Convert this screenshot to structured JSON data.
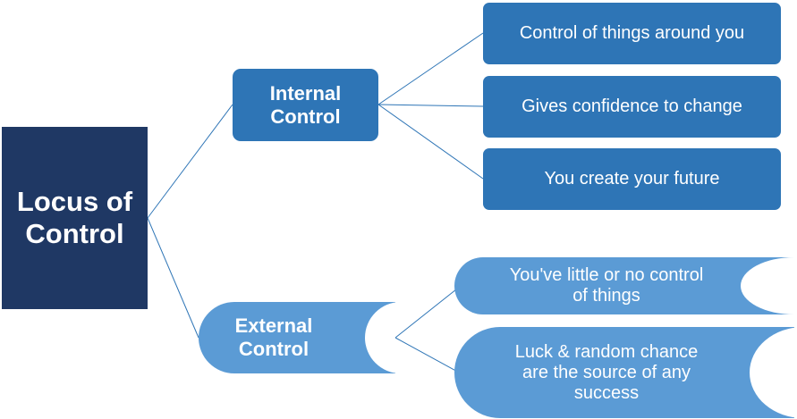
{
  "root": {
    "line1": "Locus of",
    "line2": "Control"
  },
  "internal": {
    "line1": "Internal",
    "line2": "Control",
    "items": [
      "Control of things around you",
      "Gives confidence to change",
      "You create your future"
    ]
  },
  "external": {
    "line1": "External",
    "line2": "Control",
    "items": [
      {
        "line1": "You've little or no control",
        "line2": "of things"
      },
      {
        "line1": "Luck & random chance",
        "line2": "are the source of any",
        "line3": "success"
      }
    ]
  },
  "colors": {
    "root": "#1f3864",
    "internal": "#2e75b6",
    "external": "#5b9bd5",
    "connector": "#2e75b6",
    "text": "#ffffff"
  }
}
